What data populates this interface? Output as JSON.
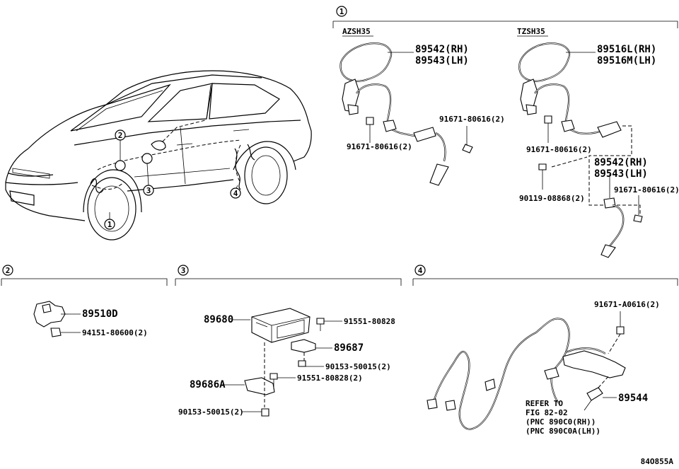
{
  "sections": {
    "s1": {
      "marker": "1",
      "left_variant": "AZSH35",
      "right_variant": "TZSH35"
    },
    "s2": {
      "marker": "2"
    },
    "s3": {
      "marker": "3"
    },
    "s4": {
      "marker": "4"
    }
  },
  "car_callouts": [
    "1",
    "2",
    "3",
    "4"
  ],
  "s1_parts": {
    "left_sensor_rh": "89542(RH)",
    "left_sensor_lh": "89543(LH)",
    "left_bolt_a": "91671-80616(2)",
    "left_bolt_b": "91671-80616(2)",
    "right_sensor_l": "89516L(RH)",
    "right_sensor_m": "89516M(LH)",
    "right_bolt_a": "91671-80616(2)",
    "right_bolt_b": "90119-08868(2)",
    "right_sub_rh": "89542(RH)",
    "right_sub_lh": "89543(LH)",
    "right_bolt_c": "91671-80616(2)"
  },
  "s2_parts": {
    "sensor": "89510D",
    "nut": "94151-80600(2)"
  },
  "s3_parts": {
    "ecu": "89680",
    "bolt_a": "91551-80828",
    "bracket": "89687",
    "screw_a": "90153-50015(2)",
    "bracket_b": "89686A",
    "bolt_b": "91551-80828(2)",
    "screw_b": "90153-50015(2)"
  },
  "s4_parts": {
    "bolt": "91671-A0616(2)",
    "sensor": "89544",
    "refer_1": "REFER TO",
    "refer_2": "FIG 82-02",
    "refer_3": "(PNC 890C0(RH))",
    "refer_4": "(PNC 890C0A(LH))"
  },
  "figure_id": "84O855A"
}
